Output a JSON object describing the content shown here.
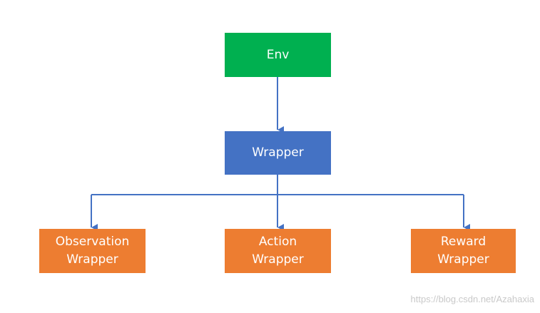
{
  "nodes": {
    "env": {
      "label": "Env",
      "color": "#00b050"
    },
    "wrapper": {
      "label": "Wrapper",
      "color": "#4472c4"
    },
    "observation_wrapper": {
      "lines": [
        "Observation",
        "Wrapper"
      ],
      "color": "#ed7d31"
    },
    "action_wrapper": {
      "lines": [
        "Action",
        "Wrapper"
      ],
      "color": "#ed7d31"
    },
    "reward_wrapper": {
      "lines": [
        "Reward",
        "Wrapper"
      ],
      "color": "#ed7d31"
    }
  },
  "connector_color": "#4472c4",
  "watermark": "https://blog.csdn.net/Azahaxia"
}
